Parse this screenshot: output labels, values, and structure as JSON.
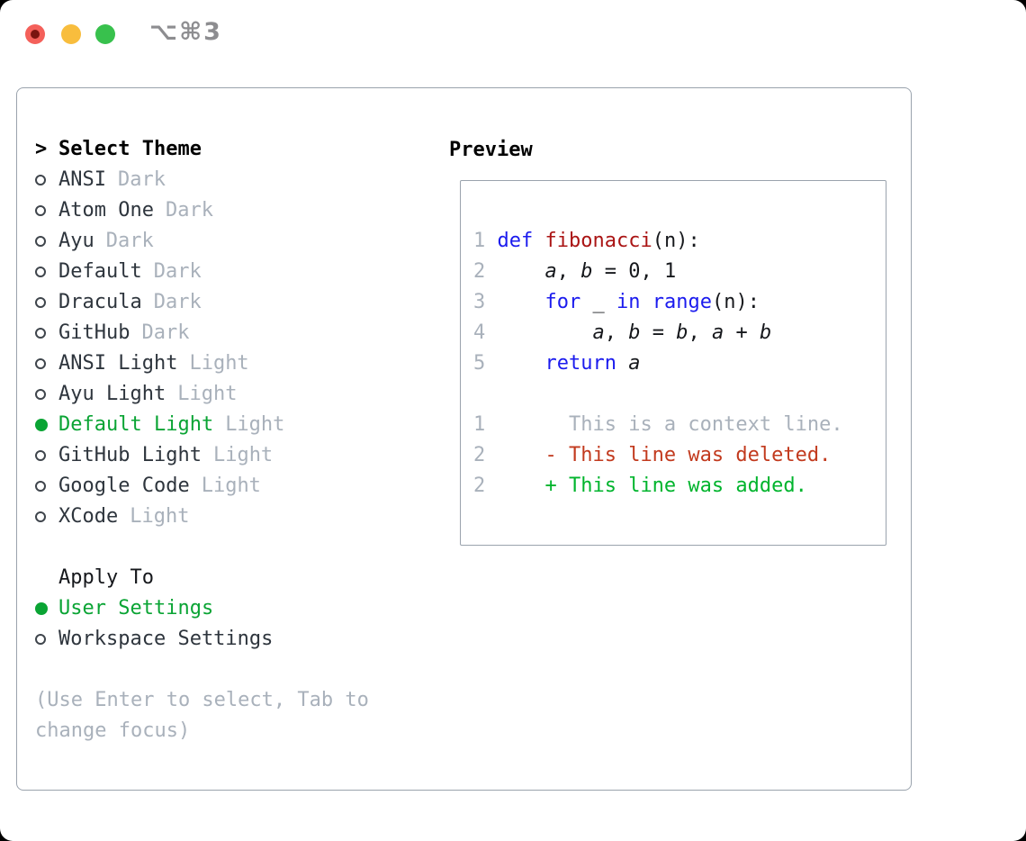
{
  "window": {
    "title": "⌥⌘3",
    "traffic_lights": [
      {
        "name": "close",
        "color": "#f4605a"
      },
      {
        "name": "minimize",
        "color": "#f8bd3d"
      },
      {
        "name": "zoom",
        "color": "#38c14d"
      }
    ]
  },
  "theme_picker": {
    "cursor": ">",
    "title": "Select Theme",
    "items": [
      {
        "name": "ANSI",
        "variant": "Dark",
        "selected": false
      },
      {
        "name": "Atom One",
        "variant": "Dark",
        "selected": false
      },
      {
        "name": "Ayu",
        "variant": "Dark",
        "selected": false
      },
      {
        "name": "Default",
        "variant": "Dark",
        "selected": false
      },
      {
        "name": "Dracula",
        "variant": "Dark",
        "selected": false
      },
      {
        "name": "GitHub",
        "variant": "Dark",
        "selected": false
      },
      {
        "name": "ANSI Light",
        "variant": "Light",
        "selected": false
      },
      {
        "name": "Ayu Light",
        "variant": "Light",
        "selected": false
      },
      {
        "name": "Default Light",
        "variant": "Light",
        "selected": true
      },
      {
        "name": "GitHub Light",
        "variant": "Light",
        "selected": false
      },
      {
        "name": "Google Code",
        "variant": "Light",
        "selected": false
      },
      {
        "name": "XCode",
        "variant": "Light",
        "selected": false
      }
    ],
    "apply_to": {
      "title": "Apply To",
      "options": [
        {
          "name": "User Settings",
          "selected": true
        },
        {
          "name": "Workspace Settings",
          "selected": false
        }
      ]
    },
    "hint_lines": [
      "(Use Enter to select, Tab to",
      "change focus)"
    ]
  },
  "preview": {
    "title": "Preview",
    "code_lines": [
      [
        [
          "n",
          "1 "
        ],
        [
          "k",
          "def "
        ],
        [
          "f",
          "fibonacci"
        ],
        [
          "p",
          "(n):"
        ]
      ],
      [
        [
          "n",
          "2 "
        ],
        [
          "p",
          "    "
        ],
        [
          "v",
          "a"
        ],
        [
          "p",
          ", "
        ],
        [
          "v",
          "b"
        ],
        [
          "p",
          " = 0, 1"
        ]
      ],
      [
        [
          "n",
          "3 "
        ],
        [
          "p",
          "    "
        ],
        [
          "k",
          "for"
        ],
        [
          "p",
          " _ "
        ],
        [
          "k",
          "in"
        ],
        [
          "p",
          " "
        ],
        [
          "k",
          "range"
        ],
        [
          "p",
          "(n):"
        ]
      ],
      [
        [
          "n",
          "4 "
        ],
        [
          "p",
          "        "
        ],
        [
          "v",
          "a"
        ],
        [
          "p",
          ", "
        ],
        [
          "v",
          "b"
        ],
        [
          "p",
          " = "
        ],
        [
          "v",
          "b"
        ],
        [
          "p",
          ", "
        ],
        [
          "v",
          "a"
        ],
        [
          "p",
          " + "
        ],
        [
          "v",
          "b"
        ]
      ],
      [
        [
          "n",
          "5 "
        ],
        [
          "p",
          "    "
        ],
        [
          "k",
          "return"
        ],
        [
          "p",
          " "
        ],
        [
          "v",
          "a"
        ]
      ],
      [],
      [
        [
          "n",
          "1 "
        ],
        [
          "x",
          "      This is a context line."
        ]
      ],
      [
        [
          "n",
          "2 "
        ],
        [
          "d",
          "    - This line was deleted."
        ]
      ],
      [
        [
          "n",
          "2 "
        ],
        [
          "a",
          "    + This line was added."
        ]
      ]
    ]
  },
  "colors": {
    "accent_green": "#0aa434",
    "added_green": "#00b42d",
    "deleted_red": "#c23a1e",
    "keyword_blue": "#1b1bee",
    "function_red": "#aa1414",
    "muted_gray": "#a9b1bb",
    "border_gray": "#9aa3ad"
  }
}
